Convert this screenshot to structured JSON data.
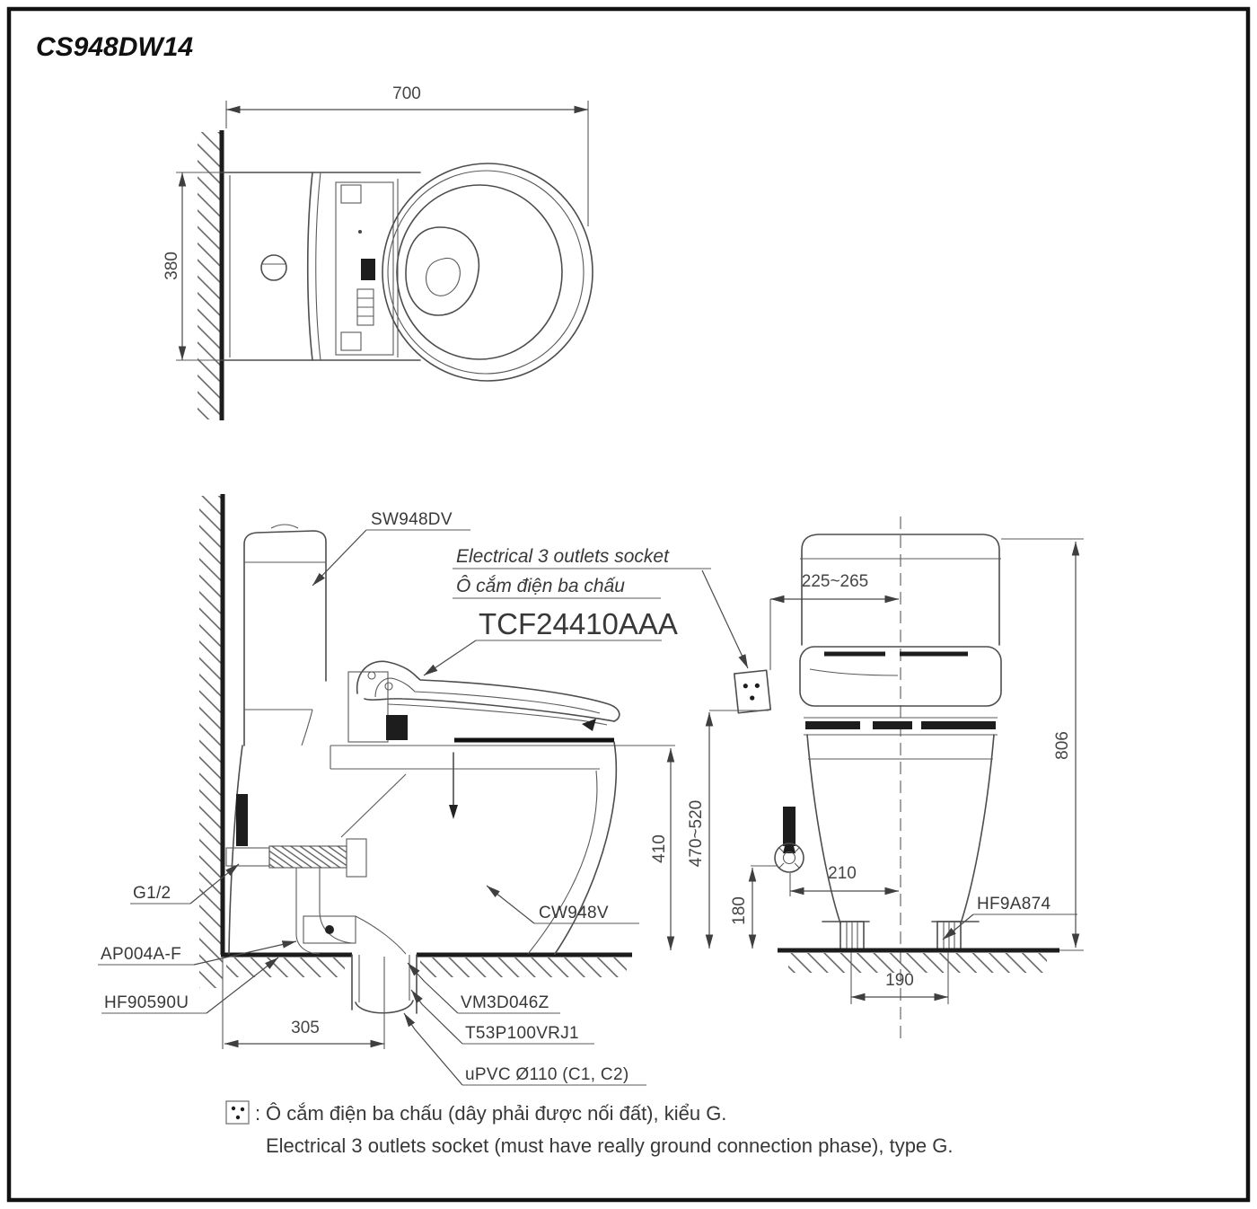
{
  "title": "CS948DW14",
  "colors": {
    "line": "#4d4d4d",
    "dark": "#1c1c1c",
    "text": "#383838"
  },
  "top_view": {
    "width_dim": "700",
    "depth_dim": "380"
  },
  "side_view": {
    "tank_label": "SW948DV",
    "socket_label_en": "Electrical 3 outlets socket",
    "socket_label_vi": "Ô cắm điện ba chấu",
    "washlet_label": "TCF24410AAA",
    "bowl_label": "CW948V",
    "supply_label": "G1/2",
    "stop_valve_label": "AP004A-F",
    "bolt_cap_label": "HF90590U",
    "flange_label": "VM3D046Z",
    "joint_label": "T53P100VRJ1",
    "pipe_label": "uPVC Ø110 (C1, C2)",
    "seat_height_dim": "410",
    "trap_offset_dim": "305"
  },
  "front_view": {
    "socket_offset_dim": "225~265",
    "total_height_dim": "806",
    "socket_height_dim": "470~520",
    "valve_height_dim": "180",
    "valve_offset_dim": "210",
    "bolt_pitch_dim": "190",
    "foot_bolt_label": "HF9A874"
  },
  "note": {
    "separator": ":",
    "line_vi": "Ô cắm điện ba chấu (dây phải được nối đất), kiểu G.",
    "line_en": "Electrical 3 outlets socket (must have really ground connection phase), type G."
  }
}
